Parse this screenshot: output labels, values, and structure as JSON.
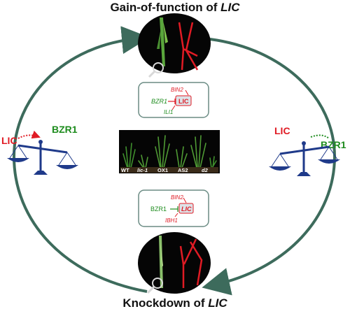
{
  "titles": {
    "top_prefix": "Gain-of-function of ",
    "top_gene": "LIC",
    "bottom_prefix": "Knockdown of ",
    "bottom_gene": "LIC"
  },
  "left_scale": {
    "left_label": "LIC",
    "right_label": "BZR1"
  },
  "right_scale": {
    "left_label": "LIC",
    "right_label": "BZR1"
  },
  "top_pathway": {
    "upstream": "BIN2",
    "regulator": "BZR1",
    "target": "LIC",
    "product": "ILI1"
  },
  "bottom_pathway": {
    "upstream": "BIN2",
    "regulator": "BZR1",
    "target": "LIC",
    "product": "IBH1"
  },
  "photo_labels": [
    "WT",
    "lic-1",
    "OX1",
    "AS2",
    "d2"
  ],
  "colors": {
    "cycle_arrow": "#3d6b5c",
    "lic_red": "#e01b24",
    "bzr1_green": "#1e8c1e",
    "scale_blue": "#1f3a8a",
    "box_border": "#6b8c84"
  }
}
